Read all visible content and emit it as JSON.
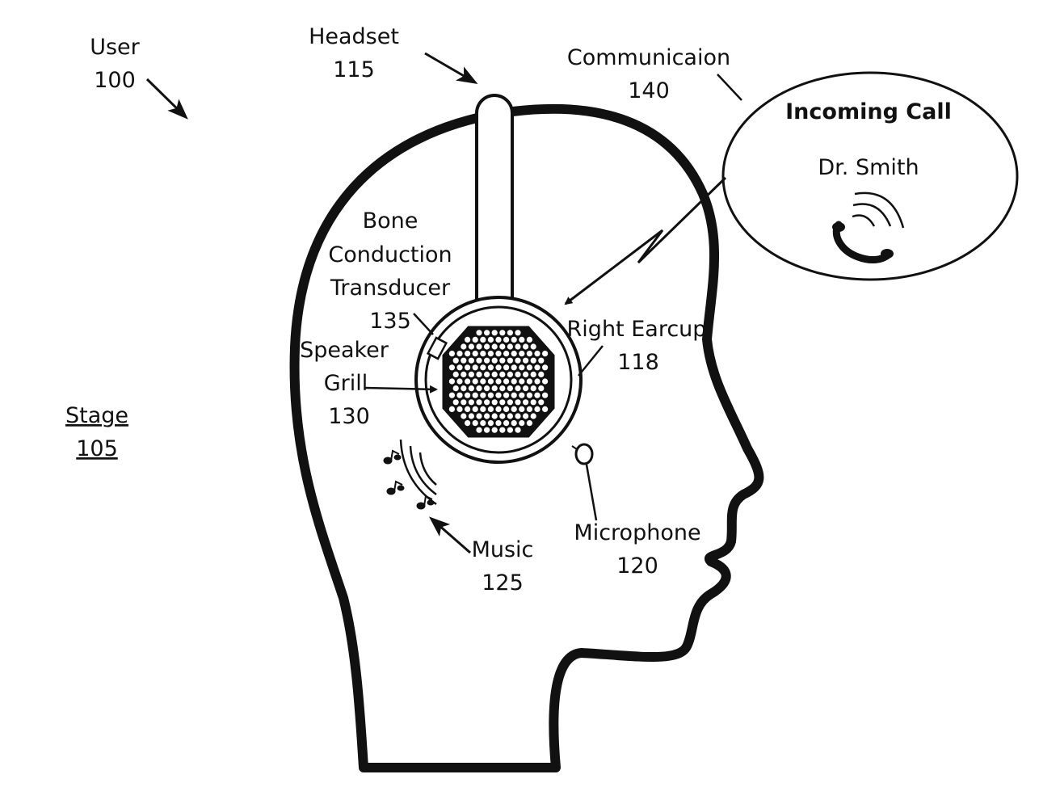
{
  "labels": {
    "user_name": "User",
    "user_num": "100",
    "headset_name": "Headset",
    "headset_num": "115",
    "communication_name": "Communicaion",
    "communication_num": "140",
    "call_title": "Incoming Call",
    "caller": "Dr. Smith",
    "bone_line1": "Bone",
    "bone_line2": "Conduction",
    "bone_line3": "Transducer",
    "bone_num": "135",
    "speaker_line1": "Speaker",
    "speaker_line2": "Grill",
    "speaker_num": "130",
    "earcup_name": "Right Earcup",
    "earcup_num": "118",
    "stage_name": "Stage",
    "stage_num": "105",
    "microphone_name": "Microphone",
    "microphone_num": "120",
    "music_name": "Music",
    "music_num": "125"
  },
  "icons": {
    "phone": "phone-handset-icon",
    "music": "music-note-icon"
  },
  "colors": {
    "ink": "#111111",
    "background": "#ffffff"
  }
}
